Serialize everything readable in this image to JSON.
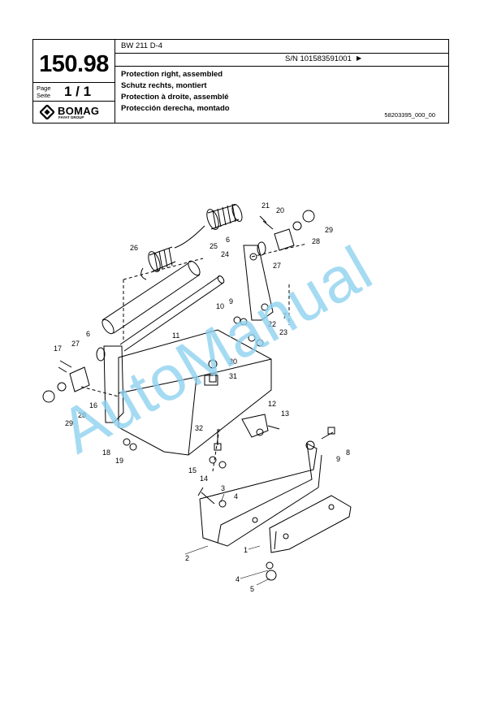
{
  "header": {
    "page_number": "150.98",
    "page_label_en": "Page",
    "page_label_de": "Seite",
    "page_value": "1 / 1",
    "model": "BW 211 D-4",
    "serial": "S/N 101583591001",
    "titles": [
      "Protection right, assembled",
      "Schutz rechts, montiert",
      "Protection à droite, assemblé",
      "Protección derecha, montado"
    ],
    "doc_number": "58203395_000_00",
    "brand": "BOMAG",
    "brand_sub": "FAYAT GROUP"
  },
  "watermark": "AutoManual",
  "callouts": [
    "1",
    "2",
    "3",
    "4",
    "4",
    "5",
    "6",
    "6",
    "7",
    "8",
    "9",
    "9",
    "10",
    "11",
    "12",
    "13",
    "14",
    "15",
    "16",
    "17",
    "18",
    "19",
    "20",
    "21",
    "22",
    "23",
    "24",
    "25",
    "26",
    "27",
    "27",
    "28",
    "28",
    "29",
    "29",
    "30",
    "31",
    "32"
  ],
  "colors": {
    "watermark": "#8fd3f0",
    "line": "#000000"
  }
}
